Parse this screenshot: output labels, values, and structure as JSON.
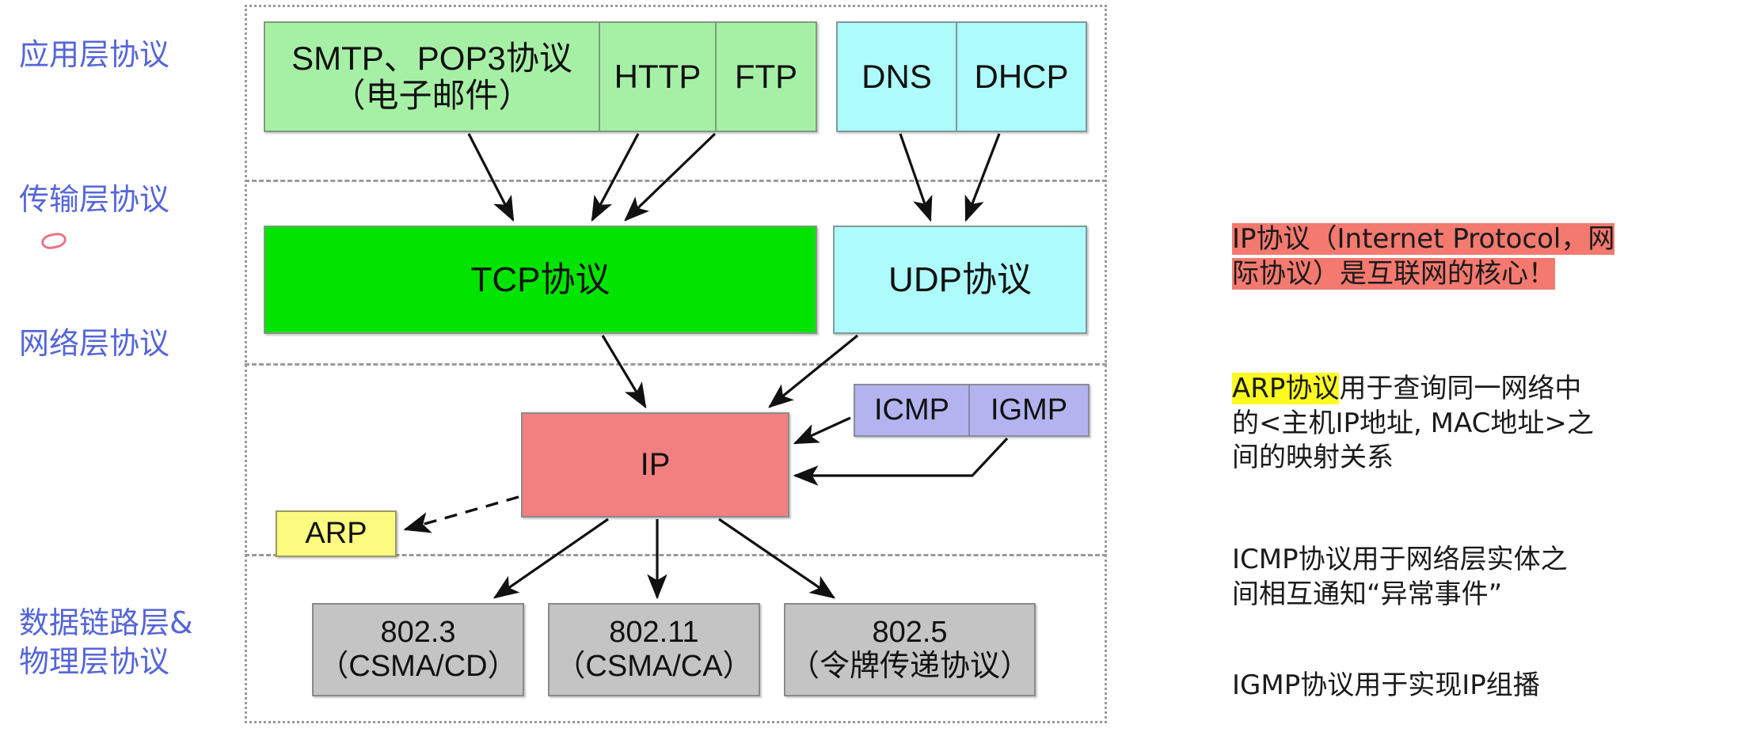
{
  "diagram": {
    "title_present": false,
    "layers": [
      {
        "key": "application",
        "label": "应用层协议"
      },
      {
        "key": "transport",
        "label": "传输层协议"
      },
      {
        "key": "network",
        "label": "网络层协议"
      },
      {
        "key": "datalink",
        "label": "数据链路层&\n物理层协议"
      }
    ],
    "boxes": {
      "smtp_pop3": {
        "line1": "SMTP、POP3协议",
        "line2": "（电子邮件）"
      },
      "http": {
        "line1": "HTTP"
      },
      "ftp": {
        "line1": "FTP"
      },
      "dns": {
        "line1": "DNS"
      },
      "dhcp": {
        "line1": "DHCP"
      },
      "tcp": {
        "line1": "TCP协议"
      },
      "udp": {
        "line1": "UDP协议"
      },
      "icmp": {
        "line1": "ICMP"
      },
      "igmp": {
        "line1": "IGMP"
      },
      "ip": {
        "line1": "IP"
      },
      "arp": {
        "line1": "ARP"
      },
      "eth8023": {
        "line1": "802.3",
        "line2": "（CSMA/CD）"
      },
      "wifi80211": {
        "line1": "802.11",
        "line2": "（CSMA/CA）"
      },
      "tr8025": {
        "line1": "802.5",
        "line2": "（令牌传递协议）"
      }
    },
    "notes": [
      {
        "key": "ip-note",
        "highlight": "red",
        "line1": "IP协议（Internet Protocol，网",
        "line2": "际协议）是互联网的核心！"
      },
      {
        "key": "arp-note",
        "highlight": "yellow",
        "highlighted_text": "ARP协议",
        "line1_rest": "用于查询同一网络中",
        "line2": "的<主机IP地址, MAC地址>之",
        "line3": "间的映射关系"
      },
      {
        "key": "icmp-note",
        "highlight": "none",
        "line1": "ICMP协议用于网络层实体之",
        "line2": "间相互通知“异常事件”"
      },
      {
        "key": "igmp-note",
        "highlight": "none",
        "line1": "IGMP协议用于实现IP组播"
      }
    ],
    "colors": {
      "layer_label": "#5566d8",
      "app_protocol_green": "#a6f0a6",
      "tcp_green": "#00e400",
      "udp_cyan": "#aefbfb",
      "ip_red": "#f28080",
      "icmp_igmp_purple": "#b3b3f0",
      "arp_yellow": "#fbfb80",
      "link_grey": "#c4c4c4",
      "frame_dotted": "#9a9a9a",
      "note_red_highlight": "#f4796f",
      "note_yellow_highlight": "#fbfb22"
    }
  }
}
